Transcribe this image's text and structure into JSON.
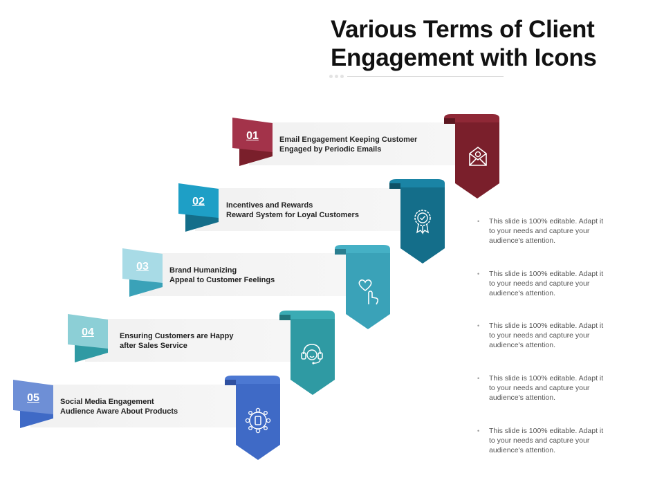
{
  "title": {
    "line1": "Various Terms of Client",
    "line2": "Engagement with Icons"
  },
  "steps": [
    {
      "number": "01",
      "line1": "Email Engagement Keeping Customer",
      "line2": "Engaged by Periodic Emails",
      "icon": "email-icon",
      "color": "#a3334a",
      "ribbon_color": "#7a1f2b"
    },
    {
      "number": "02",
      "line1": "Incentives and Rewards",
      "line2": "Reward System for Loyal Customers",
      "icon": "reward-badge-icon",
      "color": "#1e9fc6",
      "ribbon_color": "#146e8a"
    },
    {
      "number": "03",
      "line1": "Brand Humanizing",
      "line2": "Appeal to Customer Feelings",
      "icon": "heart-hand-icon",
      "color": "#a8dbe6",
      "ribbon_color": "#3aa2b8"
    },
    {
      "number": "04",
      "line1": "Ensuring Customers are Happy",
      "line2": "after Sales Service",
      "icon": "headset-support-icon",
      "color": "#8ccfd6",
      "ribbon_color": "#2f9aa3"
    },
    {
      "number": "05",
      "line1": "Social Media Engagement",
      "line2": "Audience Aware About Products",
      "icon": "social-network-icon",
      "color": "#6e8fd6",
      "ribbon_color": "#3f6ac6"
    }
  ],
  "notes": [
    {
      "line1": "This slide is 100% editable. Adapt it",
      "line2": "to your needs and capture your",
      "line3": "audience's attention."
    },
    {
      "line1": "This slide is 100% editable. Adapt it",
      "line2": "to your needs and capture your",
      "line3": "audience's attention."
    },
    {
      "line1": "This slide is 100% editable. Adapt it",
      "line2": "to your needs and capture your",
      "line3": "audience's attention."
    },
    {
      "line1": "This slide is 100% editable. Adapt it",
      "line2": "to your needs and capture your",
      "line3": "audience's attention."
    },
    {
      "line1": "This slide is 100% editable. Adapt it",
      "line2": "to your needs and capture your",
      "line3": "audience's attention."
    }
  ]
}
